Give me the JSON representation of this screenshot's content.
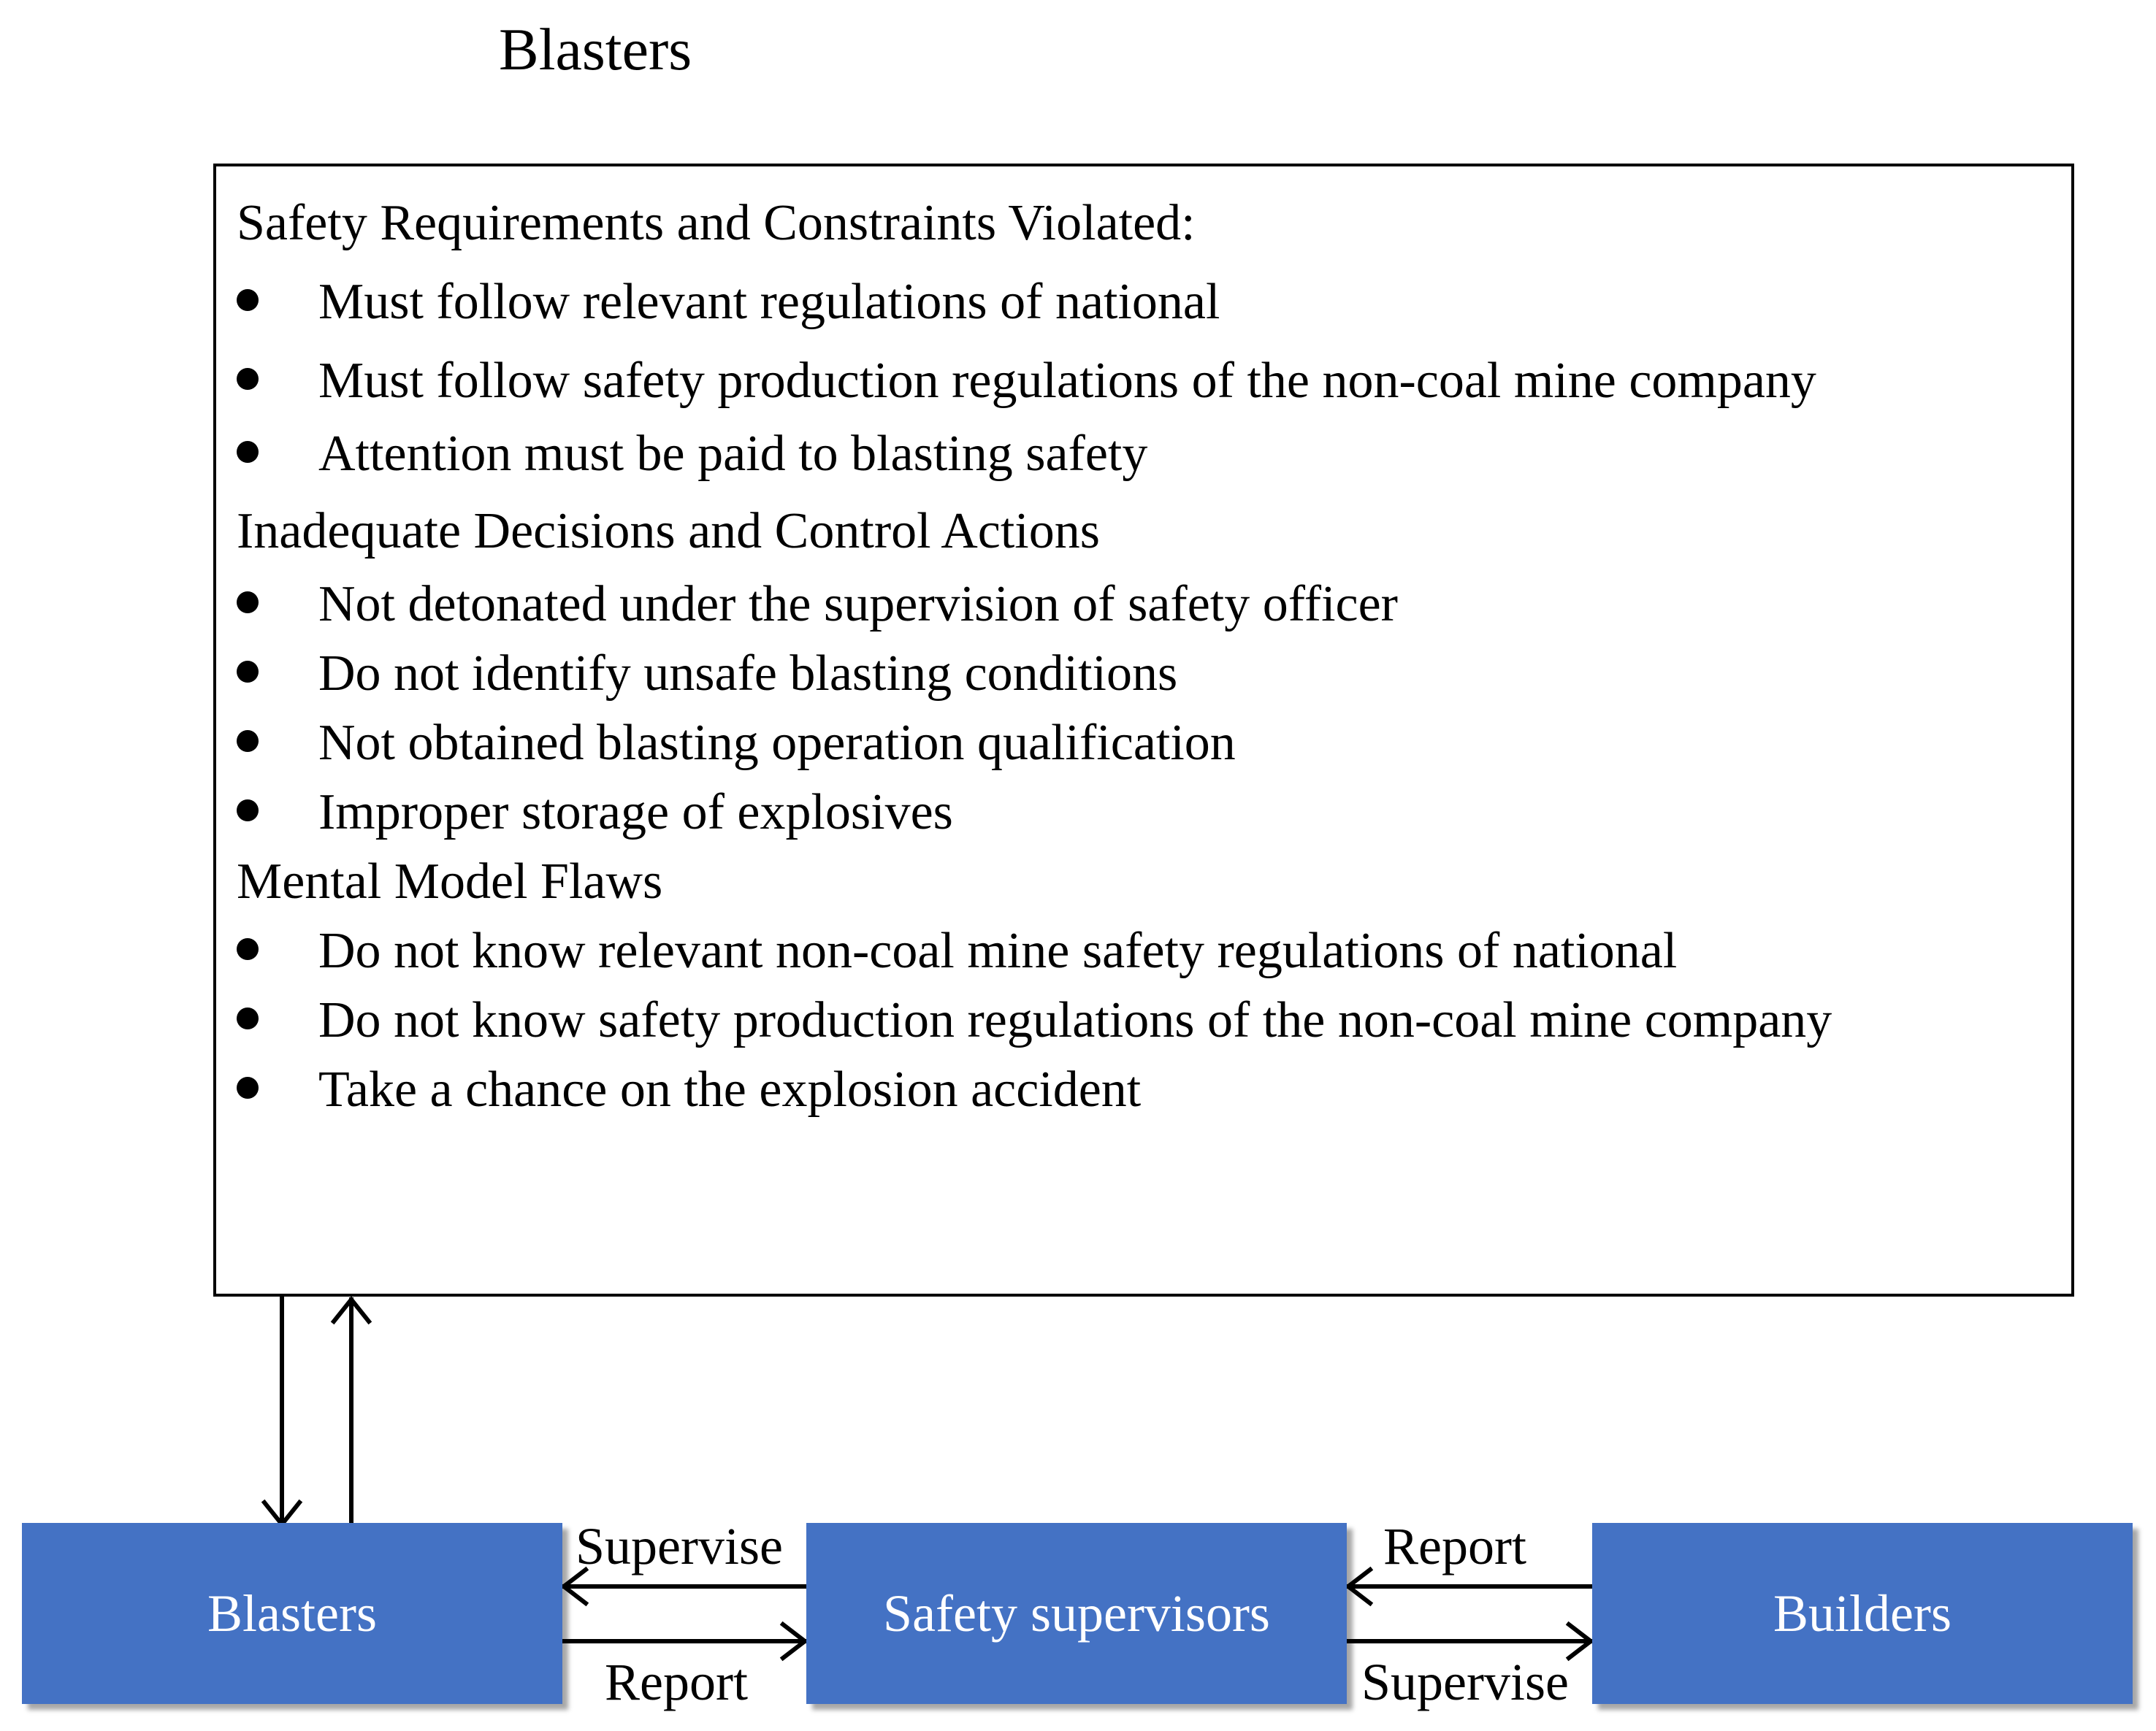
{
  "title": "Blasters",
  "panel": {
    "sections": [
      {
        "heading": "Safety Requirements and Constraints Violated:",
        "items": [
          "Must follow relevant regulations of national",
          "Must follow safety production regulations of the non-coal mine company",
          "Attention must be paid to blasting safety"
        ]
      },
      {
        "heading": "Inadequate Decisions and Control Actions",
        "items": [
          "Not detonated under the supervision of safety officer",
          "Do not identify unsafe blasting conditions",
          "Not obtained blasting operation qualification",
          "Improper storage of explosives"
        ]
      },
      {
        "heading": "Mental Model Flaws",
        "items": [
          "Do not know relevant non-coal mine safety regulations of national",
          "Do not know  safety production regulations of the non-coal mine company",
          "Take a chance on the explosion accident"
        ]
      }
    ]
  },
  "nodes": {
    "blasters": "Blasters",
    "safety_supervisors": "Safety supervisors",
    "builders": "Builders"
  },
  "edges": {
    "supervisors_to_blasters": "Supervise",
    "blasters_to_supervisors": "Report",
    "builders_to_supervisors": "Report",
    "supervisors_to_builders": "Supervise"
  },
  "colors": {
    "node_fill": "#4472c4",
    "node_text": "#ffffff",
    "line": "#000000"
  }
}
